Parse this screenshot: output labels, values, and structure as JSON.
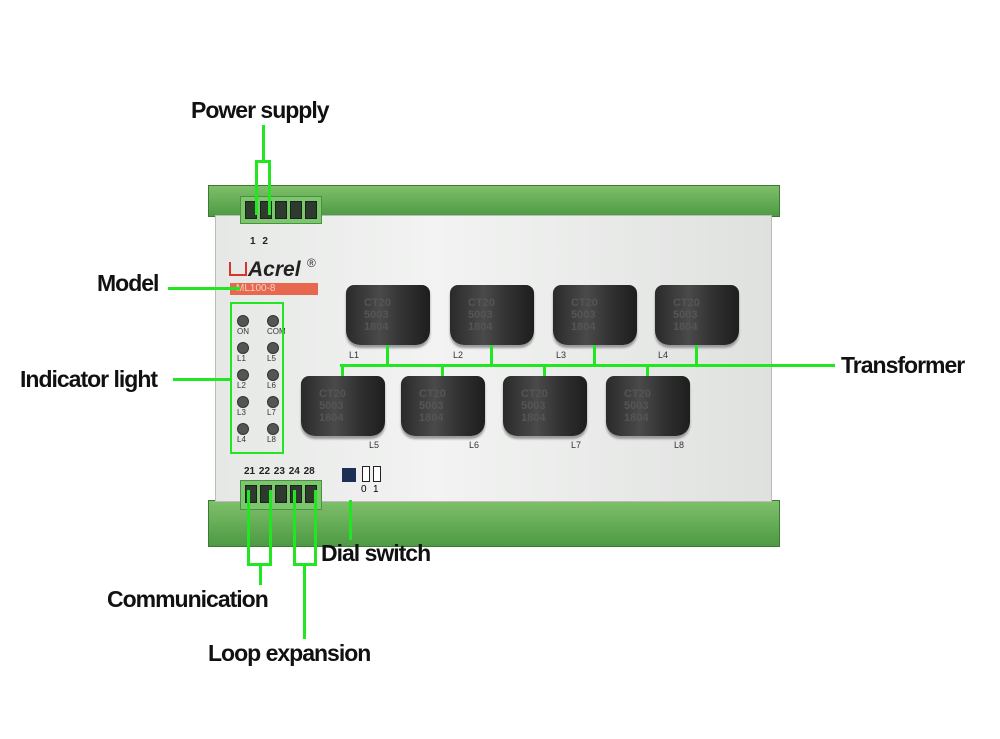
{
  "labels": {
    "power_supply": "Power supply",
    "model": "Model",
    "indicator_light": "Indicator light",
    "transformer": "Transformer",
    "dial_switch": "Dial switch",
    "communication": "Communication",
    "loop_expansion": "Loop expansion"
  },
  "device": {
    "brand": "Acrel",
    "registered": "®",
    "model": "ML100-8",
    "power_terminals": "1 2",
    "bottom_terminals": "21 22 23 24 28",
    "dial_labels": [
      "0",
      "1"
    ],
    "leds": [
      [
        "ON",
        "COM"
      ],
      [
        "L1",
        "L5"
      ],
      [
        "L2",
        "L6"
      ],
      [
        "L3",
        "L7"
      ],
      [
        "L4",
        "L8"
      ]
    ],
    "ct_text": "CT20\n5003\n1804",
    "transformers_row1": [
      "L1",
      "L2",
      "L3",
      "L4"
    ],
    "transformers_row2": [
      "L5",
      "L6",
      "L7",
      "L8"
    ]
  },
  "colors": {
    "callout": "#22e622",
    "brand_red": "#d9342a",
    "rail": "#5ea852"
  }
}
